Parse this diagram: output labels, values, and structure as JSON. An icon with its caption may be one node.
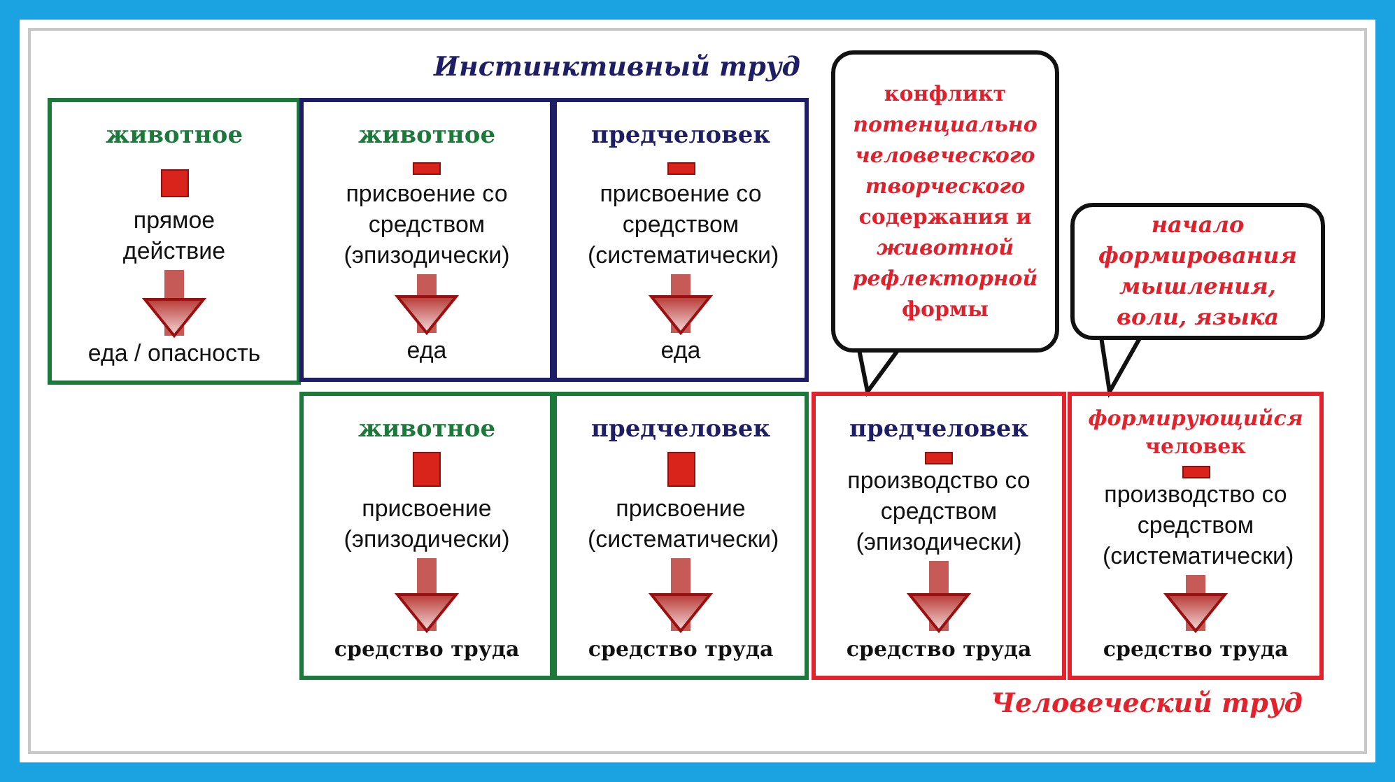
{
  "diagram": {
    "nodes": [
      {
        "text": [
          "животное"
        ]
      },
      {
        "text": [
          "прямое действие"
        ],
        "in": 0
      },
      {
        "text": [
          "еда / опасность"
        ],
        "in": 0
      },
      {
        "text": [
          "животное"
        ]
      },
      {
        "text": [
          "присвоение со средством (эпизодически)"
        ],
        "in": 3
      },
      {
        "text": [
          "еда"
        ],
        "in": 3
      },
      {
        "text": [
          "предчеловек"
        ]
      },
      {
        "text": [
          "присвоение со средством (систематически)"
        ],
        "in": 6
      },
      {
        "text": [
          "еда"
        ],
        "in": 6
      },
      {
        "text": [
          "конфликт *потенциально человеческого творческого* содержания и *животной рефлекторной* формы"
        ]
      },
      {
        "text": [
          "начало формирования мышления, воли, языка"
        ]
      },
      {
        "text": [
          "животное"
        ]
      },
      {
        "text": [
          "присвоение (эпизодически)"
        ],
        "in": 11
      },
      {
        "text": [
          "средство труда"
        ],
        "in": 11
      },
      {
        "text": [
          "предчеловек"
        ]
      },
      {
        "text": [
          "присвоение (систематически)"
        ],
        "in": 14
      },
      {
        "text": [
          "средство труда"
        ],
        "in": 14
      },
      {
        "text": [
          "предчеловек"
        ]
      },
      {
        "text": [
          "производство со средством (эпизодически)"
        ],
        "in": 17
      },
      {
        "text": [
          "средство труда"
        ],
        "in": 17
      },
      {
        "text": [
          "*формирующийся* человек"
        ]
      },
      {
        "text": [
          "производство со средством (систематически)"
        ],
        "in": 20
      },
      {
        "text": [
          "средство труда"
        ],
        "in": 20
      }
    ],
    "edges": [
      {
        "from": 1,
        "to": 2,
        "arrow": "to"
      },
      {
        "from": 4,
        "to": 5,
        "arrow": "to"
      },
      {
        "from": 7,
        "to": 8,
        "arrow": "to"
      },
      {
        "from": 9,
        "to": 17,
        "arrow": "to",
        "color": "#111111"
      },
      {
        "from": 10,
        "to": 20,
        "arrow": "to",
        "color": "#111111"
      },
      {
        "from": 12,
        "to": 13,
        "arrow": "to"
      },
      {
        "from": 15,
        "to": 16,
        "arrow": "to"
      },
      {
        "from": 18,
        "to": 19,
        "arrow": "to"
      },
      {
        "from": 21,
        "to": 22,
        "arrow": "to"
      }
    ],
    "labels": [
      "Инстинктивный труд",
      "Человеческий труд"
    ]
  }
}
